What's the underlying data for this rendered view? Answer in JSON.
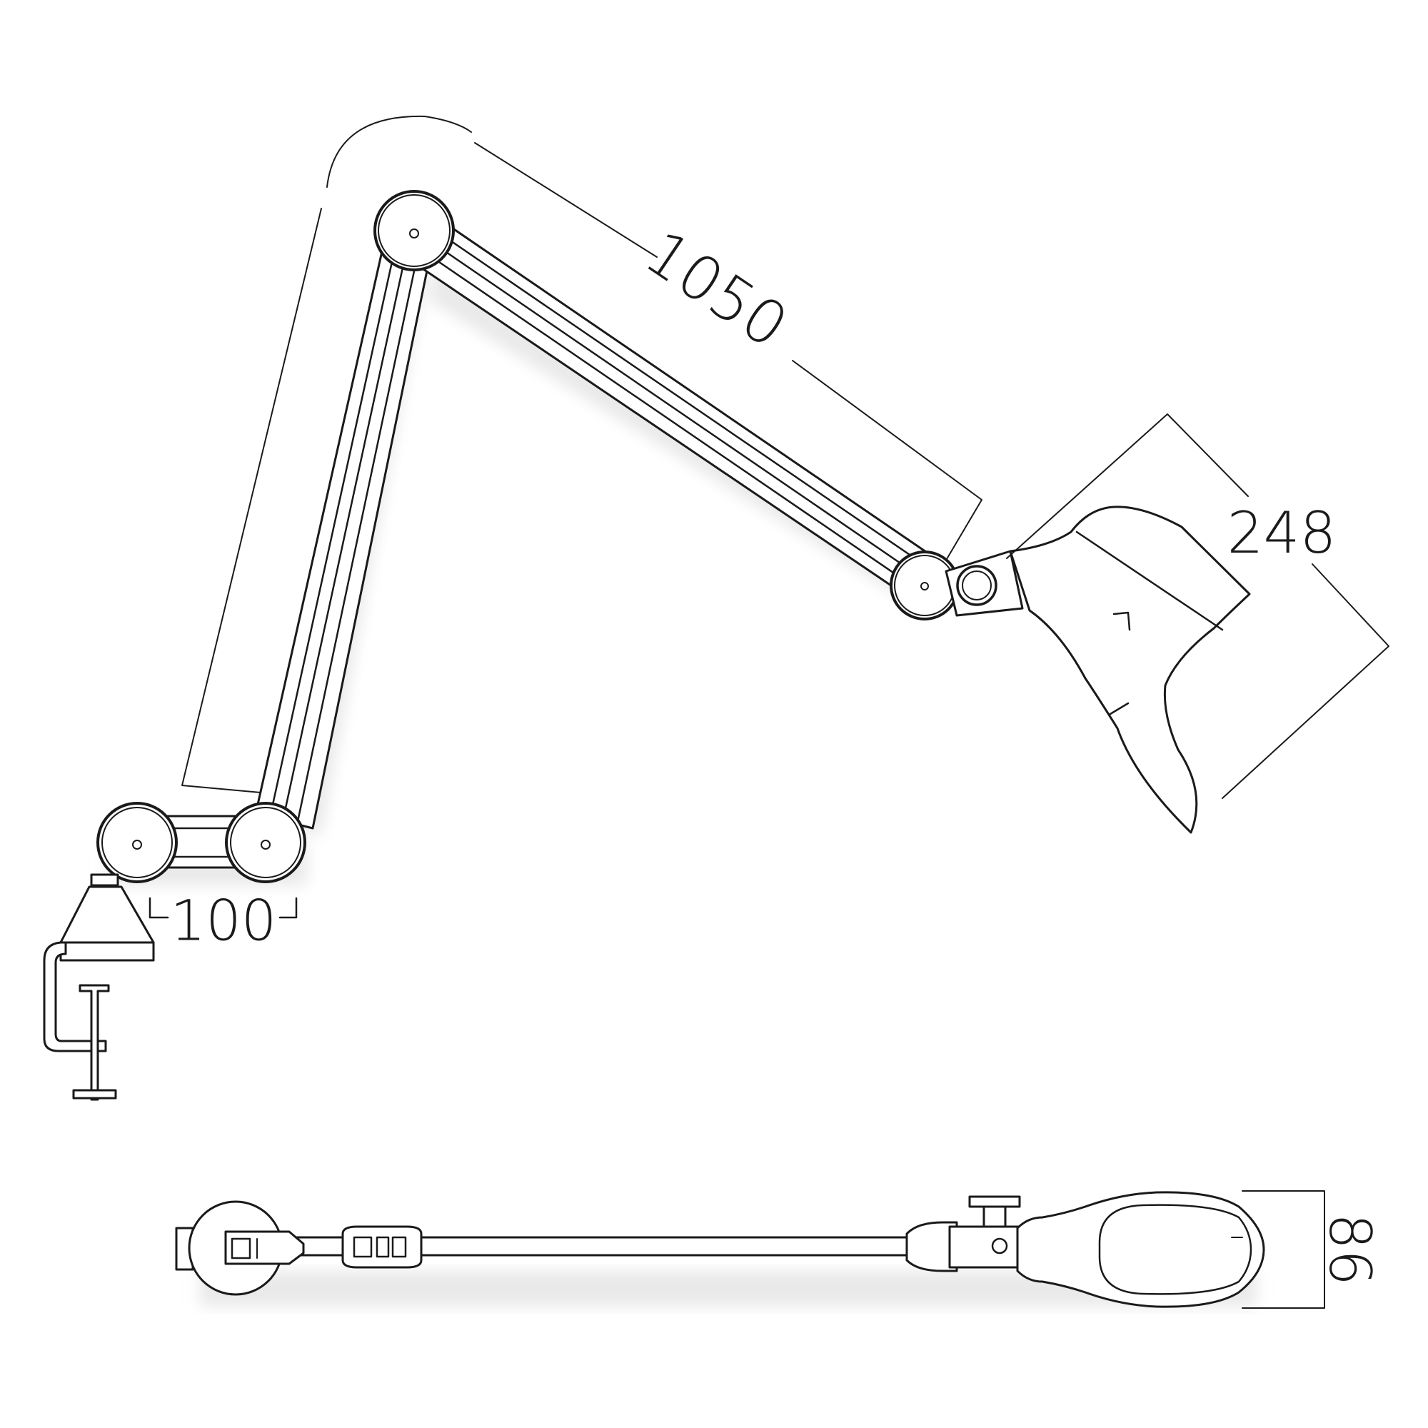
{
  "dimensions": {
    "arm_reach": "1050",
    "head_length": "248",
    "base_spacing": "100",
    "head_width": "86"
  },
  "colors": {
    "line": "#1a1a1a",
    "fill": "#ffffff",
    "shadow": "#e9e9e9"
  },
  "icons": {
    "joint": "pivot-joint-icon",
    "clamp": "desk-clamp-icon"
  }
}
